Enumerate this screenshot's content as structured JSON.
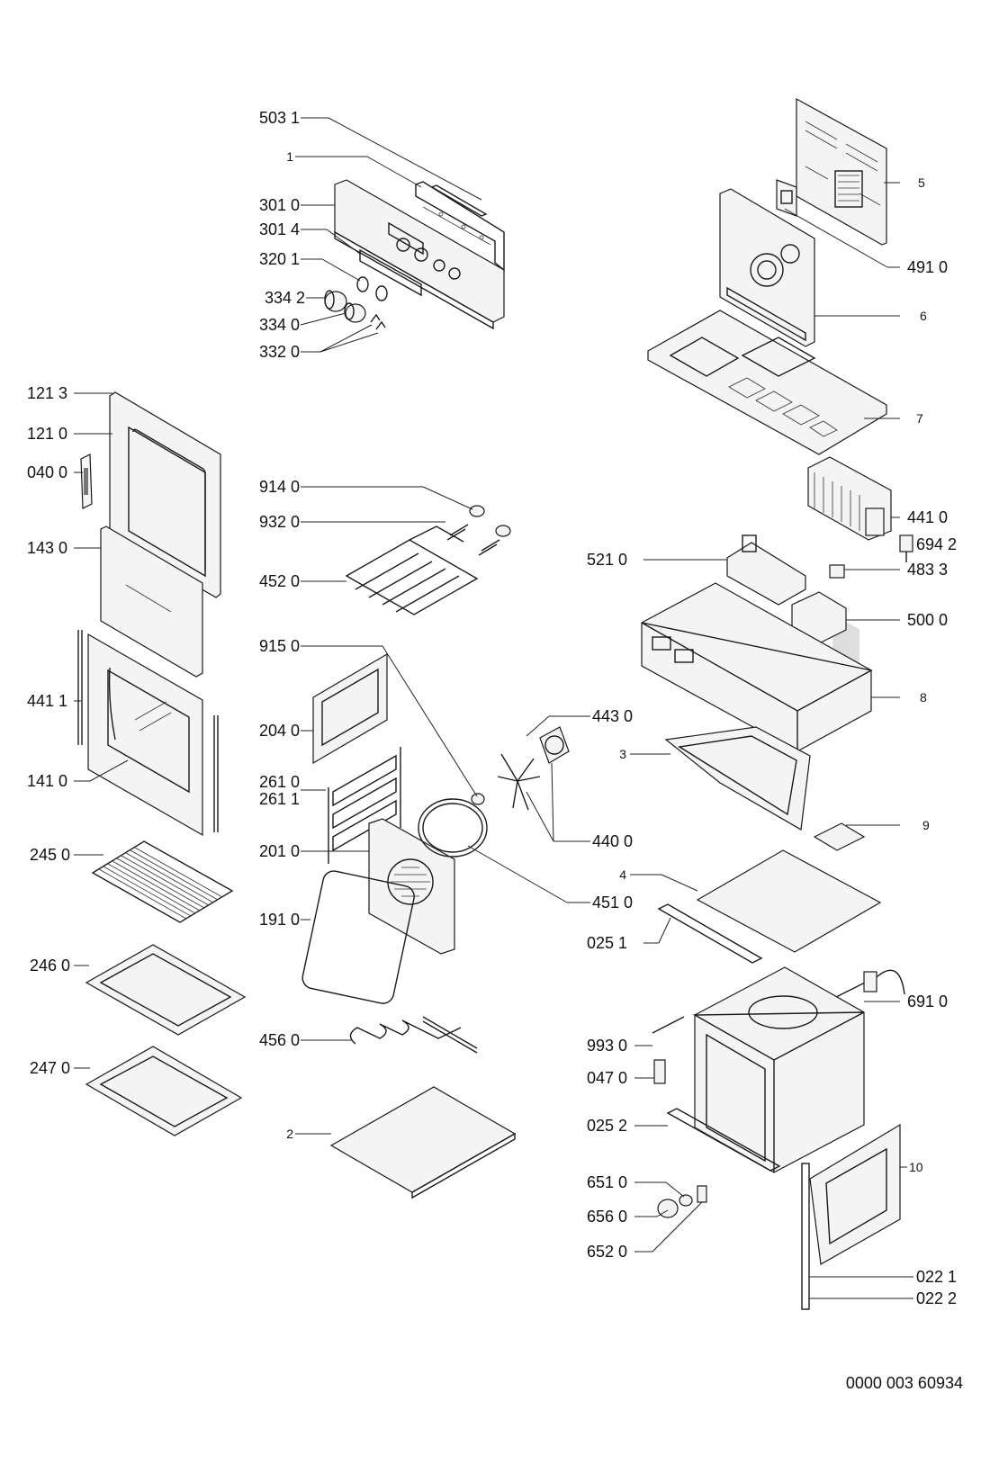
{
  "labels": {
    "l503_1": "503 1",
    "l1": "1",
    "l301_0": "301 0",
    "l301_4": "301 4",
    "l320_1": "320 1",
    "l334_2": "334 2",
    "l334_0": "334 0",
    "l332_0": "332 0",
    "l5": "5",
    "l491_0": "491 0",
    "l6": "6",
    "l7": "7",
    "l121_3": "121 3",
    "l121_0": "121 0",
    "l040_0": "040 0",
    "l143_0": "143 0",
    "l441_1": "441 1",
    "l141_0": "141 0",
    "l914_0": "914 0",
    "l932_0": "932 0",
    "l452_0": "452 0",
    "l915_0": "915 0",
    "l204_0": "204 0",
    "l261_0": "261 0",
    "l261_1": "261 1",
    "l201_0": "201 0",
    "l191_0": "191 0",
    "l456_0": "456 0",
    "l2": "2",
    "l443_0": "443 0",
    "l440_0": "440 0",
    "l451_0": "451 0",
    "l441_0": "441 0",
    "l694_2": "694 2",
    "l521_0": "521 0",
    "l483_3": "483 3",
    "l500_0": "500 0",
    "l8": "8",
    "l3": "3",
    "l9": "9",
    "l4": "4",
    "l025_1": "025 1",
    "l691_0": "691 0",
    "l993_0": "993 0",
    "l047_0": "047 0",
    "l025_2": "025 2",
    "l10": "10",
    "l651_0": "651 0",
    "l656_0": "656 0",
    "l652_0": "652 0",
    "l022_1": "022 1",
    "l022_2": "022 2",
    "l245_0": "245 0",
    "l246_0": "246 0",
    "l247_0": "247 0"
  },
  "document_code": "0000 003 60934"
}
